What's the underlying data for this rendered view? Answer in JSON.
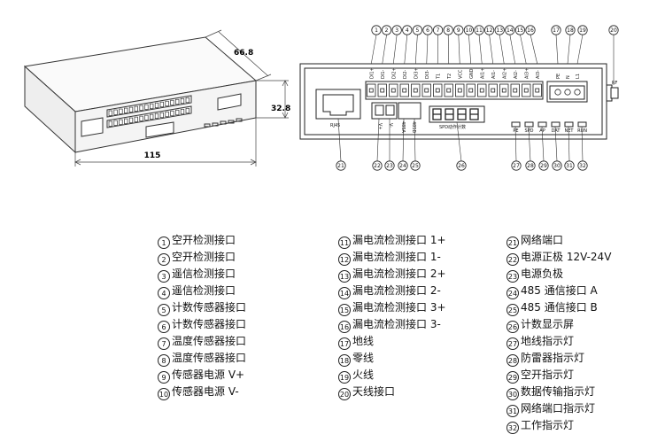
{
  "dimensions": {
    "width": "115",
    "depth": "66.8",
    "height": "32.8"
  },
  "panel_labels": {
    "terminals": [
      "DI1+",
      "DI1-",
      "DI2+",
      "DI2-",
      "DI3+",
      "DI3-",
      "T1",
      "T2",
      "VCC",
      "GND",
      "AI1+",
      "AI1-",
      "AI2+",
      "AI2-",
      "AI3+",
      "AI3-"
    ],
    "power": [
      "PE",
      "N",
      "L1"
    ],
    "rj45": "RJ45",
    "v_plus": "V+",
    "v_minus": "V-",
    "a485": "485A",
    "b485": "485B",
    "counter_display": "SPD动作计数",
    "leds": [
      "PE",
      "SPD",
      "AP",
      "DAT",
      "NET",
      "RUN"
    ],
    "antenna": "RF"
  },
  "callouts": {
    "top": [
      "1",
      "2",
      "3",
      "4",
      "5",
      "6",
      "7",
      "8",
      "9",
      "10",
      "11",
      "12",
      "13",
      "14",
      "15",
      "16",
      "17",
      "18",
      "19",
      "20"
    ],
    "bottom": [
      "21",
      "22",
      "23",
      "24",
      "25",
      "26",
      "27",
      "28",
      "29",
      "30",
      "31",
      "32"
    ]
  },
  "legend": {
    "col1": [
      {
        "num": "1",
        "text": "空开检测接口"
      },
      {
        "num": "2",
        "text": "空开检测接口"
      },
      {
        "num": "3",
        "text": "遥信检测接口"
      },
      {
        "num": "4",
        "text": "遥信检测接口"
      },
      {
        "num": "5",
        "text": "计数传感器接口"
      },
      {
        "num": "6",
        "text": "计数传感器接口"
      },
      {
        "num": "7",
        "text": "温度传感器接口"
      },
      {
        "num": "8",
        "text": "温度传感器接口"
      },
      {
        "num": "9",
        "text": "传感器电源 V+"
      },
      {
        "num": "10",
        "text": "传感器电源 V-"
      }
    ],
    "col2": [
      {
        "num": "11",
        "text": "漏电流检测接口 1+"
      },
      {
        "num": "12",
        "text": "漏电流检测接口 1-"
      },
      {
        "num": "13",
        "text": "漏电流检测接口 2+"
      },
      {
        "num": "14",
        "text": "漏电流检测接口 2-"
      },
      {
        "num": "15",
        "text": "漏电流检测接口 3+"
      },
      {
        "num": "16",
        "text": "漏电流检测接口 3-"
      },
      {
        "num": "17",
        "text": "地线"
      },
      {
        "num": "18",
        "text": "零线"
      },
      {
        "num": "19",
        "text": "火线"
      },
      {
        "num": "20",
        "text": "天线接口"
      }
    ],
    "col3": [
      {
        "num": "21",
        "text": "网络端口"
      },
      {
        "num": "22",
        "text": "电源正极 12V-24V"
      },
      {
        "num": "23",
        "text": "电源负极"
      },
      {
        "num": "24",
        "text": "485 通信接口 A"
      },
      {
        "num": "25",
        "text": "485 通信接口 B"
      },
      {
        "num": "26",
        "text": "计数显示屏"
      },
      {
        "num": "27",
        "text": "地线指示灯"
      },
      {
        "num": "28",
        "text": "防雷器指示灯"
      },
      {
        "num": "29",
        "text": "空开指示灯"
      },
      {
        "num": "30",
        "text": "数据传输指示灯"
      },
      {
        "num": "31",
        "text": "网络端口指示灯"
      },
      {
        "num": "32",
        "text": "工作指示灯"
      }
    ]
  }
}
